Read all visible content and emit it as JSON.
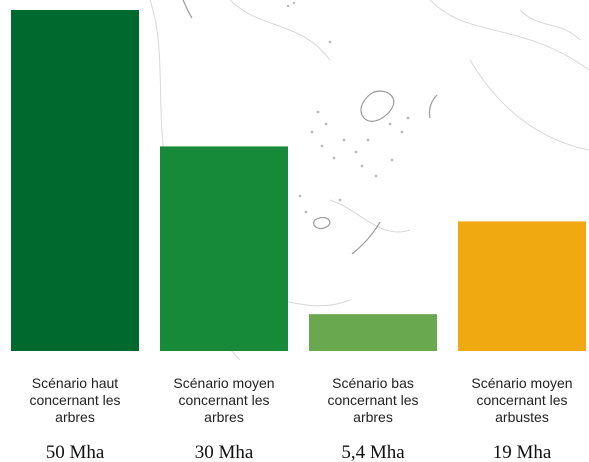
{
  "chart_data": {
    "type": "bar",
    "categories": [
      [
        "Scénario haut",
        "concernant les",
        "arbres"
      ],
      [
        "Scénario moyen",
        "concernant les",
        "arbres"
      ],
      [
        "Scénario bas",
        "concernant les",
        "arbres"
      ],
      [
        "Scénario moyen",
        "concernant les",
        "arbustes"
      ]
    ],
    "values": [
      50,
      30,
      5.4,
      19
    ],
    "value_labels": [
      "50 Mha",
      "30 Mha",
      "5,4 Mha",
      "19 Mha"
    ],
    "unit": "Mha",
    "bar_colors": [
      "#006a2e",
      "#178a3a",
      "#6aa84f",
      "#f0a911"
    ],
    "ylim": [
      0,
      50
    ],
    "grid": false,
    "legend": "none"
  }
}
